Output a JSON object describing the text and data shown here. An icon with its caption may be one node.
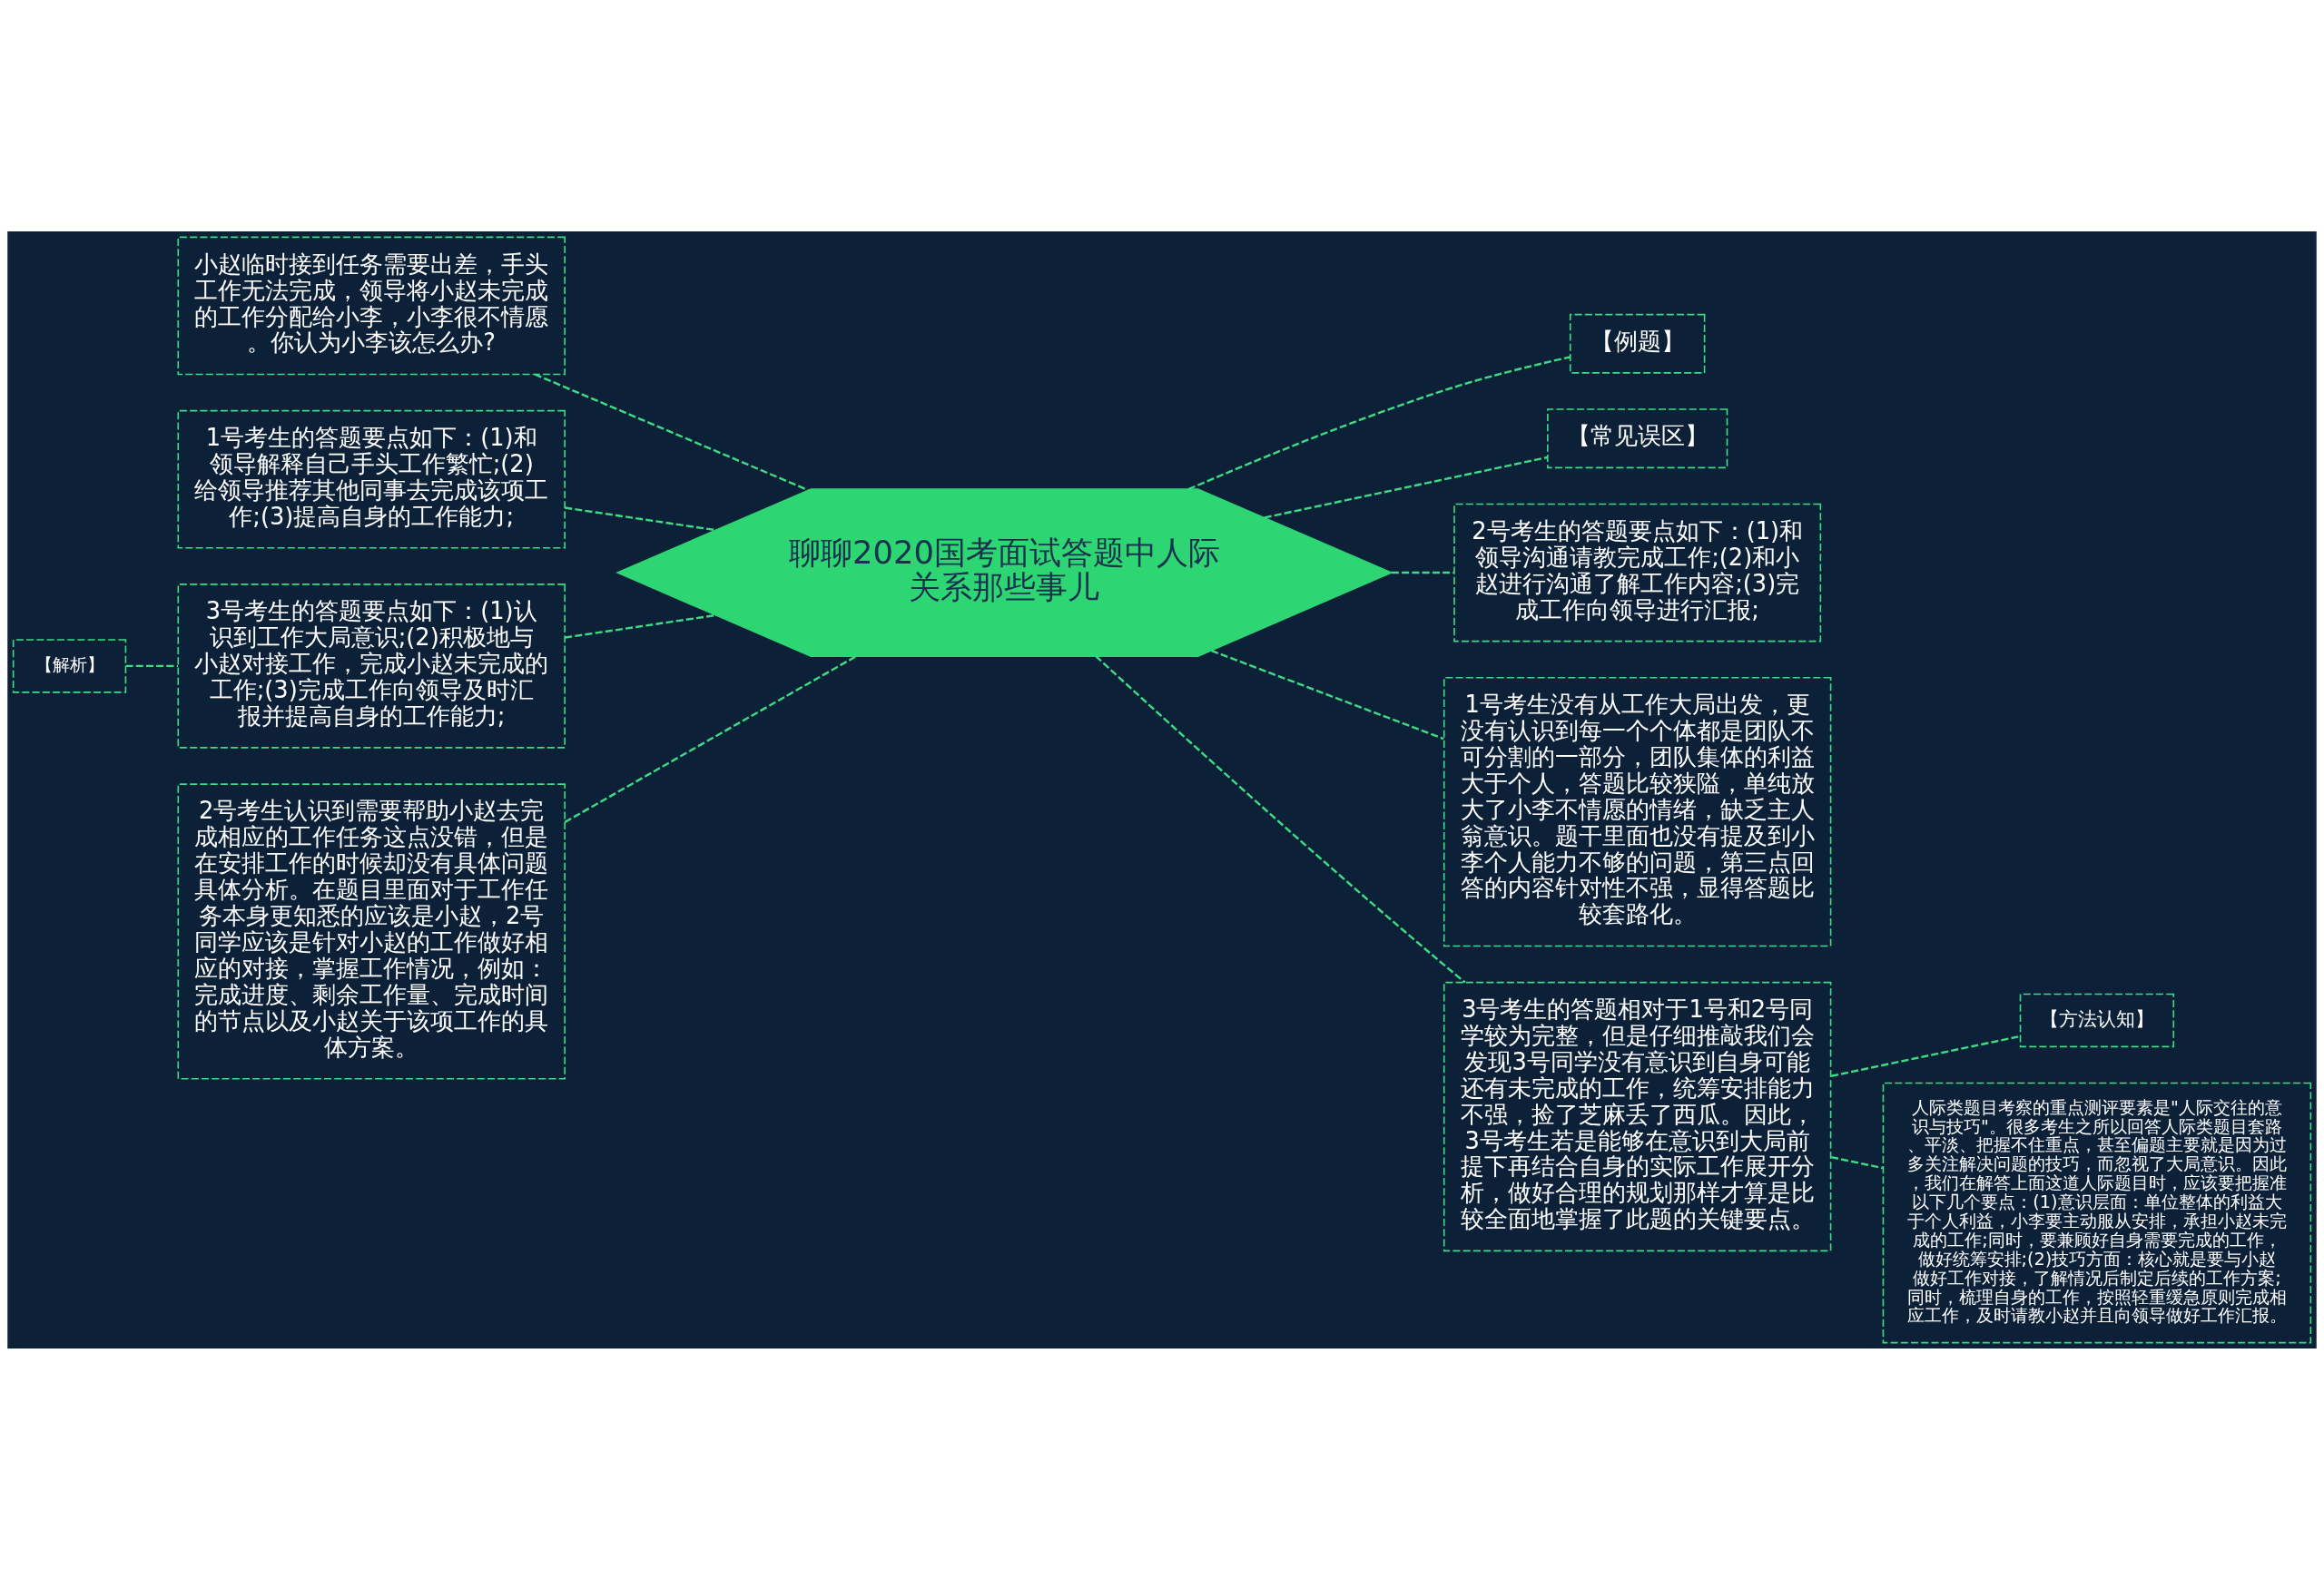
{
  "diagram": {
    "nodes": [
      {
        "text": [
          "聊聊2020国考面试答题中人际关系那些事儿"
        ]
      },
      {
        "text": [
          "小赵临时接到任务需要出差，手头工作无法完成，领导将小赵未完成的工作分配给小李，小李很不情愿。你认为小李该怎么办?"
        ]
      },
      {
        "text": [
          "1号考生的答题要点如下：(1)和领导解释自己手头工作繁忙;(2)给领导推荐其他同事去完成该项工作;(3)提高自身的工作能力;"
        ]
      },
      {
        "text": [
          "3号考生的答题要点如下：(1)认识到工作大局意识;(2)积极地与小赵对接工作，完成小赵未完成的工作;(3)完成工作向领导及时汇报并提高自身的工作能力;"
        ]
      },
      {
        "text": [
          "2号考生认识到需要帮助小赵去完成相应的工作任务这点没错，但是在安排工作的时候却没有具体问题具体分析。在题目里面对于工作任务本身更知悉的应该是小赵，2号同学应该是针对小赵的工作做好相应的对接，掌握工作情况，例如：完成进度、剩余工作量、完成时间的节点以及小赵关于该项工作的具体方案。"
        ]
      },
      {
        "text": [
          "【解析】"
        ]
      },
      {
        "text": [
          "【例题】"
        ]
      },
      {
        "text": [
          "【常见误区】"
        ]
      },
      {
        "text": [
          "2号考生的答题要点如下：(1)和领导沟通请教完成工作;(2)和小赵进行沟通了解工作内容;(3)完成工作向领导进行汇报;"
        ]
      },
      {
        "text": [
          "1号考生没有从工作大局出发，更没有认识到每一个个体都是团队不可分割的一部分，团队集体的利益大于个人，答题比较狭隘，单纯放大了小李不情愿的情绪，缺乏主人翁意识。题干里面也没有提及到小李个人能力不够的问题，第三点回答的内容针对性不强，显得答题比较套路化。"
        ]
      },
      {
        "text": [
          "3号考生的答题相对于1号和2号同学较为完整，但是仔细推敲我们会发现3号同学没有意识到自身可能还有未完成的工作，统筹安排能力不强，捡了芝麻丢了西瓜。因此，3号考生若是能够在意识到大局前提下再结合自身的实际工作展开分析，做好合理的规划那样才算是比较全面地掌握了此题的关键要点。"
        ]
      },
      {
        "text": [
          "【方法认知】"
        ]
      },
      {
        "text": [
          "人际类题目考察的重点测评要素是\"人际交往的意识与技巧\"。很多考生之所以回答人际类题目套路、平淡、把握不住重点，甚至偏题主要就是因为过多关注解决问题的技巧，而忽视了大局意识。因此，我们在解答上面这道人际题目时，应该要把握准以下几个要点：(1)意识层面：单位整体的利益大于个人利益，小李要主动服从安排，承担小赵未完成的工作;同时，要兼顾好自身需要完成的工作，做好统筹安排;(2)技巧方面：核心就是要与小赵做好工作对接，了解情况后制定后续的工作方案;同时，梳理自身的工作，按照轻重缓急原则完成相应工作，及时请教小赵并且向领导做好工作汇报。"
        ]
      }
    ],
    "edges": [
      {
        "from": 0,
        "to": 1,
        "arrow": "none"
      },
      {
        "from": 0,
        "to": 2,
        "arrow": "none"
      },
      {
        "from": 0,
        "to": 3,
        "arrow": "none"
      },
      {
        "from": 0,
        "to": 4,
        "arrow": "none"
      },
      {
        "from": 3,
        "to": 5,
        "arrow": "none"
      },
      {
        "from": 0,
        "to": 6,
        "arrow": "none"
      },
      {
        "from": 0,
        "to": 7,
        "arrow": "none"
      },
      {
        "from": 0,
        "to": 8,
        "arrow": "none"
      },
      {
        "from": 0,
        "to": 9,
        "arrow": "none"
      },
      {
        "from": 0,
        "to": 10,
        "arrow": "none"
      },
      {
        "from": 10,
        "to": 11,
        "arrow": "none"
      },
      {
        "from": 10,
        "to": 12,
        "arrow": "none"
      }
    ]
  }
}
